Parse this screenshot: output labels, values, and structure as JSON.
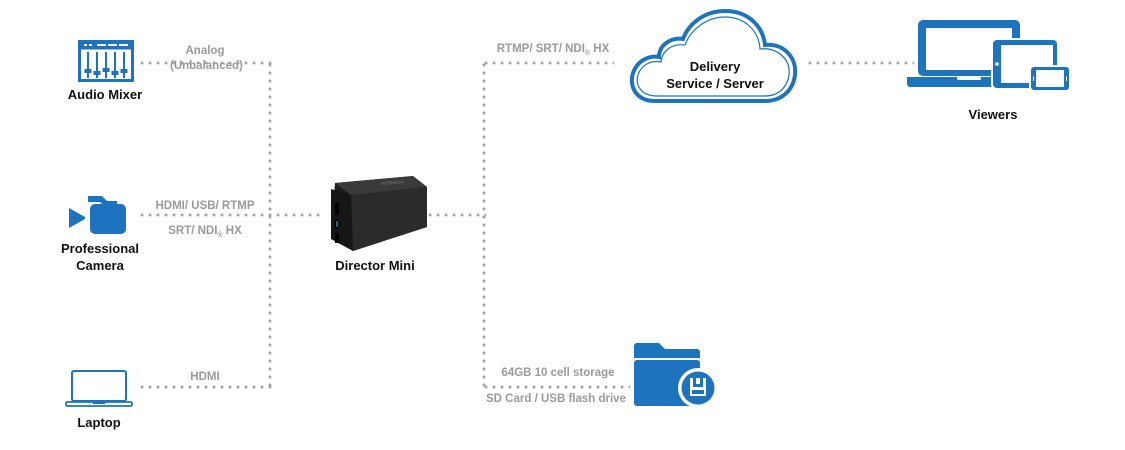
{
  "diagram": {
    "colors": {
      "accent": "#1e73be",
      "connector": "#a6a6a6",
      "label": "#9a9a9a",
      "device": "#2a2a2a"
    },
    "nodes": {
      "audio_mixer": {
        "label": "Audio Mixer",
        "icon": "audio-mixer-icon"
      },
      "camera": {
        "label_line1": "Professional",
        "label_line2": "Camera",
        "icon": "video-camera-icon"
      },
      "laptop": {
        "label": "Laptop",
        "icon": "laptop-icon"
      },
      "director_mini": {
        "label": "Director Mini",
        "icon": "director-mini-device"
      },
      "delivery": {
        "label_line1": "Delivery",
        "label_line2": "Service / Server",
        "icon": "cloud-icon"
      },
      "viewers": {
        "label": "Viewers",
        "icon": "devices-icon"
      },
      "storage": {
        "icon": "folder-save-icon"
      }
    },
    "connections": {
      "audio": {
        "line1": "Analog",
        "line2": "(Unbalanced)"
      },
      "camera": {
        "line1": "HDMI/ USB/ RTMP",
        "line2_pre": "SRT/ NDI",
        "line2_sub": "®",
        "line2_post": " HX"
      },
      "laptop": {
        "line1": "HDMI"
      },
      "stream": {
        "pre": "RTMP/ SRT/ NDI",
        "sub": "®",
        "post": " HX"
      },
      "storage": {
        "line1": "64GB 10 cell storage",
        "line2": "SD Card / USB flash drive"
      }
    }
  }
}
